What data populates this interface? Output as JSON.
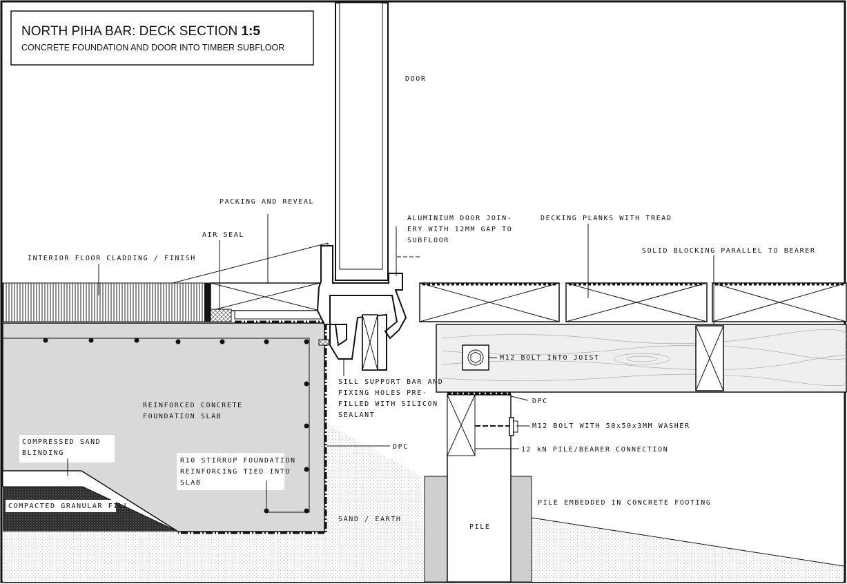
{
  "title_block": {
    "title_main": "NORTH PIHA BAR: DECK SECTION ",
    "title_scale": "1:5",
    "subtitle": "CONCRETE FOUNDATION AND DOOR INTO TIMBER SUBFLOOR"
  },
  "labels": {
    "door": "DOOR",
    "packing_reveal": "PACKING AND REVEAL",
    "air_seal": "AIR SEAL",
    "interior_floor": "INTERIOR FLOOR CLADDING / FINISH",
    "alu_joinery_1": "ALUMINIUM DOOR JOIN-",
    "alu_joinery_2": "ERY WITH 12MM GAP TO",
    "alu_joinery_3": "SUBFLOOR",
    "decking": "DECKING PLANKS WITH TREAD",
    "blocking": "SOLID BLOCKING PARALLEL TO BEARER",
    "m12_joist": "M12 BOLT INTO JOIST",
    "sill_1": "SILL SUPPORT BAR AND",
    "sill_2": "FIXING HOLES PRE-",
    "sill_3": "FILLED WITH SILICON",
    "sill_4": "SEALANT",
    "dpc_bearer": "DPC",
    "m12_washer": "M12 BOLT WITH 50x50x3MM WASHER",
    "dpc_slab": "DPC",
    "pile_conn": "12 kN PILE/BEARER CONNECTION",
    "rc_slab_1": "REINFORCED CONCRETE",
    "rc_slab_2": "FOUNDATION SLAB",
    "sand_1": "COMPRESSED SAND",
    "sand_2": "BLINDING",
    "stirrup_1": "R10 STIRRUP FOUNDATION",
    "stirrup_2": "REINFORCING TIED INTO",
    "stirrup_3": "SLAB",
    "pile_embed": "PILE EMBEDDED IN CONCRETE FOOTING",
    "granular": "COMPACTED GRANULAR FILL",
    "earth": "SAND / EARTH",
    "pile": "PILE"
  }
}
